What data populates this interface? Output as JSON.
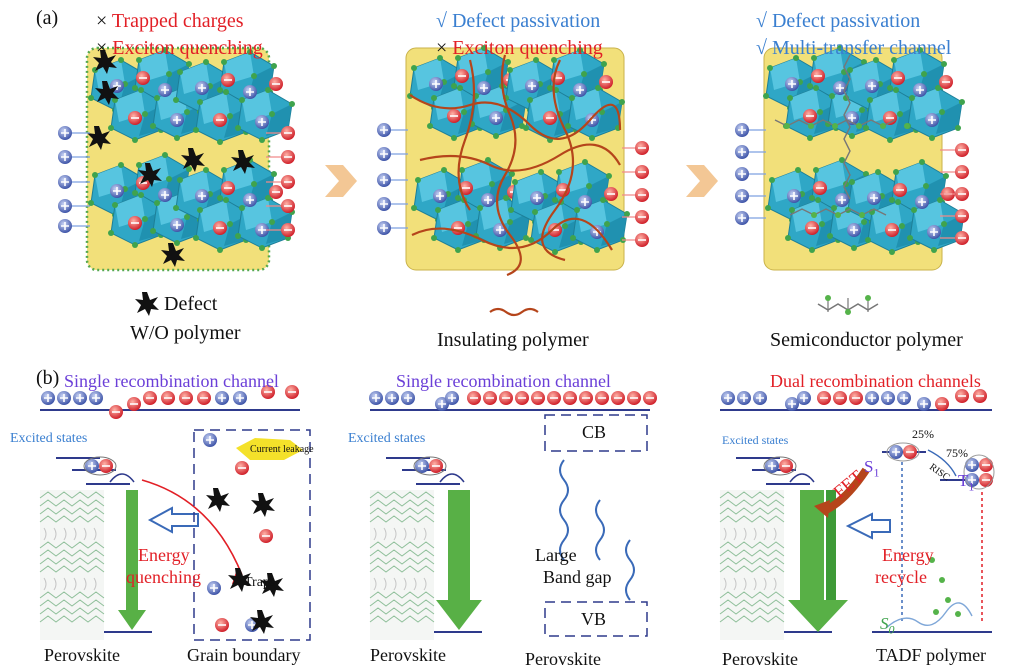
{
  "panel_a": {
    "label": "(a)",
    "left": {
      "line1_mark": "×",
      "line1_text": "Trapped charges",
      "line2_mark": "×",
      "line2_text": "Exciton quenching",
      "legend_defect": "Defect",
      "caption": "W/O polymer"
    },
    "middle": {
      "line1_mark": "√",
      "line1_text": "Defect passivation",
      "line2_mark": "×",
      "line2_text": "Exciton quenching",
      "caption": "Insulating polymer"
    },
    "right": {
      "line1_mark": "√",
      "line1_text": "Defect passivation",
      "line2_mark": "√",
      "line2_text": "Multi-transfer channel",
      "caption": "Semiconductor polymer"
    }
  },
  "panel_b": {
    "label": "(b)",
    "left": {
      "title": "Single recombination channel",
      "excited_states": "Excited states",
      "current_leakage": "Current leakage",
      "energy": "Energy",
      "quenching": "quenching",
      "traps": "Traps",
      "caption_left": "Perovskite",
      "caption_right": "Grain boundary"
    },
    "middle": {
      "title": "Single recombination channel",
      "excited_states": "Excited states",
      "cb": "CB",
      "vb": "VB",
      "large": "Large",
      "band_gap": "Band gap",
      "caption_left": "Perovskite",
      "caption_right": "Perovskite"
    },
    "right": {
      "title": "Dual recombination channels",
      "excited_states": "Excited states",
      "pct_25": "25%",
      "pct_75": "75%",
      "s1_letter": "S",
      "s1_sub": "1",
      "t1_letter": "T",
      "t1_sub": "1",
      "risc": "RISC",
      "fet": "FET",
      "energy": "Energy",
      "recycle": "recycle",
      "s0_letter": "S",
      "s0_sub": "0",
      "caption_left": "Perovskite",
      "caption_right": "TADF polymer"
    }
  },
  "colors": {
    "red": "#e21f26",
    "blue": "#3a7fd0",
    "purple": "#6b3fd8",
    "film": "#f2e07a",
    "crystal": "#39b3cf",
    "arrow_green": "#4aa83b"
  }
}
